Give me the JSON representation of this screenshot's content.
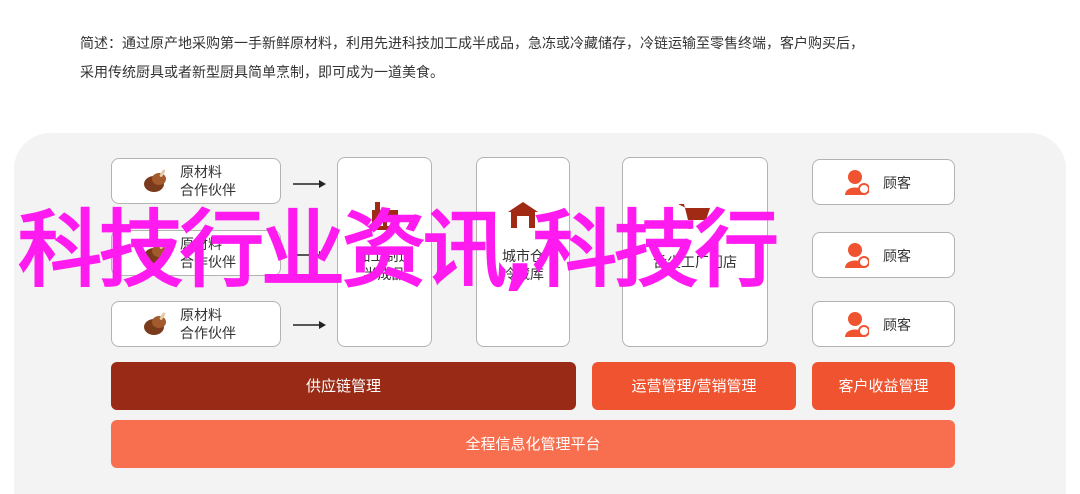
{
  "description": {
    "line1": "简述：通过原产地采购第一手新鲜原材料，利用先进科技加工成半成品，急冻或冷藏储存，冷链运输至零售终端，客户购买后，",
    "line2": "采用传统厨具或者新型厨具简单烹制，即可成为一道美食。"
  },
  "diagram": {
    "suppliers": [
      {
        "line1": "原材料",
        "line2": "合作伙伴",
        "icon": "food-icon"
      },
      {
        "line1": "原材料",
        "line2": "合作伙伴",
        "icon": "food-icon"
      },
      {
        "line1": "原材料",
        "line2": "合作伙伴",
        "icon": "food-icon"
      }
    ],
    "processing": {
      "line1": "加工制造",
      "line2": "半成品",
      "icon": "factory-icon"
    },
    "warehouse": {
      "line1": "城市仓",
      "line2": "冷藏库",
      "icon": "warehouse-icon"
    },
    "retail": {
      "label": "舌尖工厂门店",
      "icon": "cart-icon"
    },
    "customers": [
      {
        "label": "顾客",
        "icon": "person-icon"
      },
      {
        "label": "顾客",
        "icon": "person-icon"
      },
      {
        "label": "顾客",
        "icon": "person-icon"
      }
    ],
    "bars": {
      "supply_chain": "供应链管理",
      "operations": "运营管理/营销管理",
      "revenue": "客户收益管理",
      "platform": "全程信息化管理平台"
    }
  },
  "overlay_text": "科技行业资讯,科技行",
  "colors": {
    "overlay": "#ff1bf0",
    "supply_bar": "#992b16",
    "orange_bar": "#ef532f",
    "platform_bar": "#f86f4f"
  }
}
